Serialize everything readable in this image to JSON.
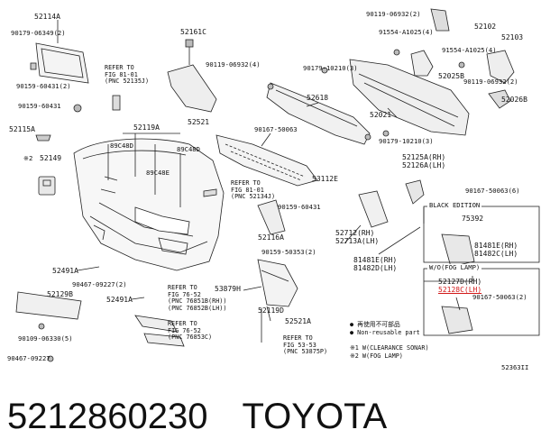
{
  "labels": {
    "p52114A": "52114A",
    "p90179_06349": "90179-06349(2)",
    "p90159_60431a": "90159-60431(2)",
    "p90159_60431b": "90159-60431",
    "p52115A": "52115A",
    "p52149": "52149",
    "pmark2": "※2",
    "p52161C": "52161C",
    "p90119_06932_4": "90119-06932(4)",
    "p52521": "52521",
    "p52119A": "52119A",
    "p89C48D_a": "89C48D",
    "p89C48D_b": "89C48D",
    "p89C48E": "89C48E",
    "p90179_10210_3a": "90179-10210(3)",
    "p52618": "52618",
    "p90167_50063": "90167-50063",
    "p53112E": "53112E",
    "p90119_06932_2a": "90119-06932(2)",
    "p52102": "52102",
    "p91554_A1025a": "91554-A1025(4)",
    "p91554_A1025b": "91554-A1025(4)",
    "p52103": "52103",
    "p52025B": "52025B",
    "p90119_06932_2b": "90119-06932(2)",
    "p52026B": "52026B",
    "p52021": "52021",
    "p90179_10210_3b": "90179-10210(3)",
    "p52125A": "52125A(RH)",
    "p52126A": "52126A(LH)",
    "p90167_50063_6": "90167-50063(6)",
    "black_edition": "BLACK EDITION",
    "p75392": "75392",
    "p81481E_RH_a": "81481E(RH)",
    "p81482C_LH": "81482C(LH)",
    "wo_fog": "W/O(FOG LAMP)",
    "p52127D": "52127D(RH)",
    "p52128C": "52128C(LH)",
    "p90167_50063_2": "90167-50063(2)",
    "p52712": "52712(RH)",
    "p52713A": "52713A(LH)",
    "p81481E_RH_b": "81481E(RH)",
    "p81482D_LH": "81482D(LH)",
    "p90159_60431c": "90159-60431",
    "p52116A": "52116A",
    "p90159_50353": "90159-50353(2)",
    "p52491A_a": "52491A",
    "p90467_09227_2": "90467-09227(2)",
    "p52129B": "52129B",
    "p52491A_b": "52491A",
    "p53879H": "53879H",
    "p52119D": "52119D",
    "p52521A": "52521A",
    "p90109_06330": "90109-06330(5)",
    "p90467_09227": "90467-09227",
    "diagram_no": "52363II"
  },
  "refs": {
    "ref1": "REFER TO\nFIG 81-01\n(PNC 52135J)",
    "ref2": "REFER TO\nFIG 81-01\n(PNC 52134J)",
    "ref3": "REFER TO\nFIG 76-52\n(PNC 76851B(RH))\n(PNC 76852B(LH))",
    "ref4": "REFER TO\nFIG 76-52\n(PNC 76853C)",
    "ref5": "REFER TO\nFIG 53-53\n(PNC 53875P)"
  },
  "legend": {
    "l1": "● 再使用不可部品",
    "l2": "● Non-reusable part",
    "l3": "※1 W(CLEARANCE SONAR)",
    "l4": "※2 W(FOG LAMP)"
  },
  "footer": {
    "part_number": "5212860230",
    "brand": "TOYOTA"
  }
}
